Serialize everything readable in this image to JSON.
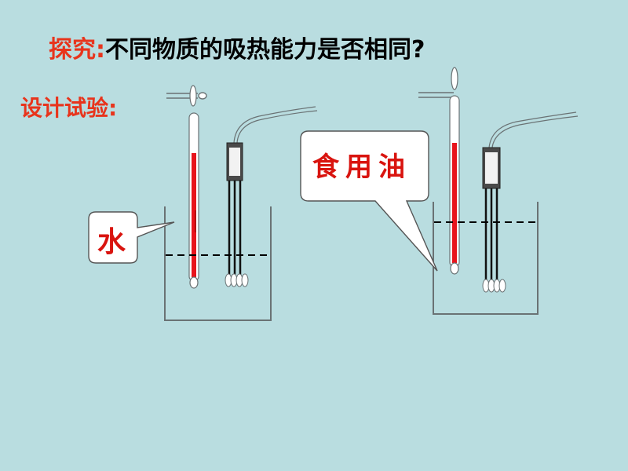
{
  "title": {
    "prefix": "探究",
    "colon": ":",
    "question": "不同物质的吸热能力是否相同?"
  },
  "subtitle": "设计试验:",
  "labels": {
    "water": "水",
    "oil": "食用油"
  },
  "colors": {
    "background": "#b9dde0",
    "accent_red": "#e8341c",
    "label_red": "#d9140f",
    "liquid_column": "#e8141c"
  },
  "thermometer_readings": {
    "water_relative_column": "lower",
    "oil_relative_column": "higher"
  }
}
